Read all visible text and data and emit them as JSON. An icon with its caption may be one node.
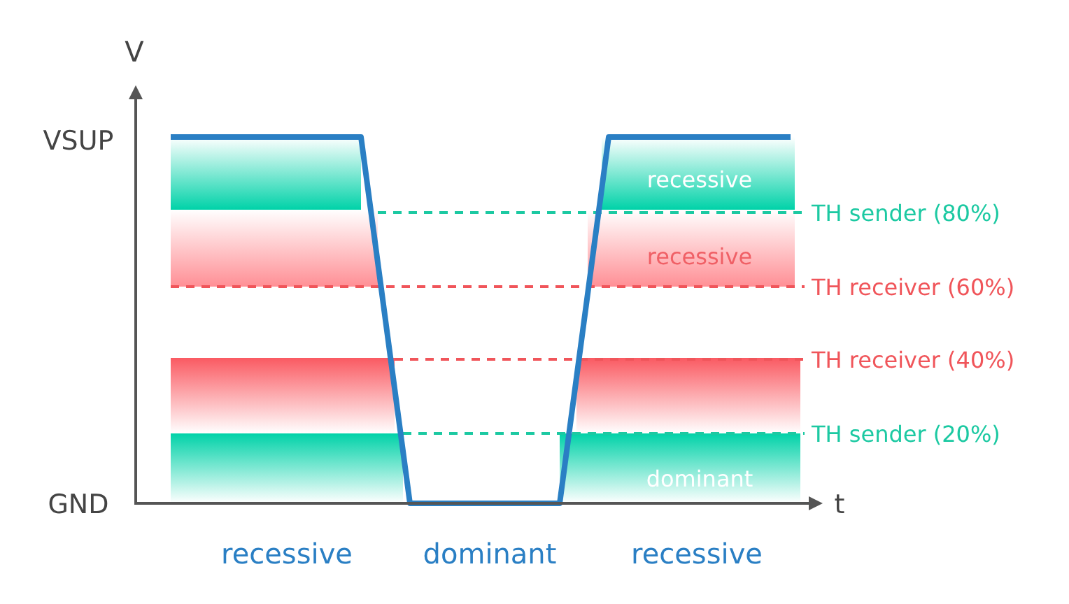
{
  "diagram": {
    "labels": [
      "V",
      "VSUP",
      "recessive",
      "TH sender (80%)",
      "recessive",
      "TH receiver (60%)",
      "TH receiver (40%)",
      "TH sender (20%)",
      "dominant",
      "GND",
      "t",
      "recessive",
      "dominant",
      "recessive"
    ]
  }
}
